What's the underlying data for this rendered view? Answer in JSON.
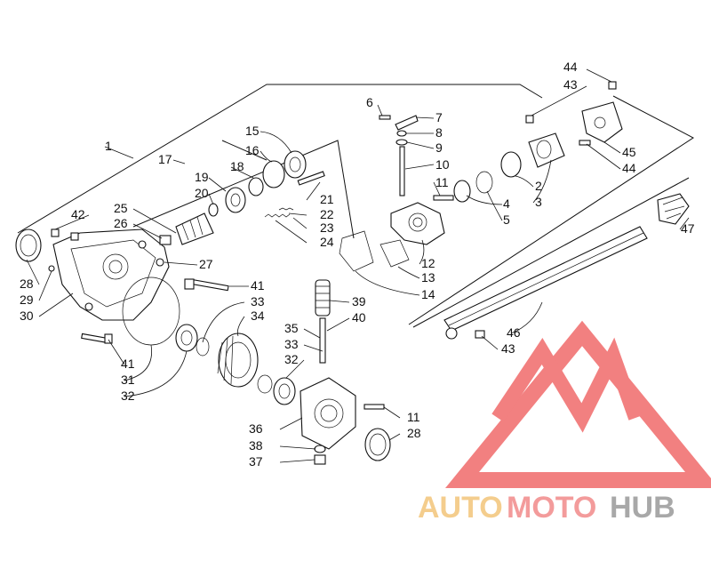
{
  "diagram": {
    "labels": [
      {
        "id": "l44a",
        "text": "44"
      },
      {
        "id": "l43a",
        "text": "43"
      },
      {
        "id": "l6",
        "text": "6"
      },
      {
        "id": "l7",
        "text": "7"
      },
      {
        "id": "l8",
        "text": "8"
      },
      {
        "id": "l9",
        "text": "9"
      },
      {
        "id": "l10",
        "text": "10"
      },
      {
        "id": "l11a",
        "text": "11"
      },
      {
        "id": "l4",
        "text": "4"
      },
      {
        "id": "l5",
        "text": "5"
      },
      {
        "id": "l2",
        "text": "2"
      },
      {
        "id": "l3",
        "text": "3"
      },
      {
        "id": "l45",
        "text": "45"
      },
      {
        "id": "l44b",
        "text": "44"
      },
      {
        "id": "l1",
        "text": "1"
      },
      {
        "id": "l15",
        "text": "15"
      },
      {
        "id": "l16",
        "text": "16"
      },
      {
        "id": "l17",
        "text": "17"
      },
      {
        "id": "l18",
        "text": "18"
      },
      {
        "id": "l19",
        "text": "19"
      },
      {
        "id": "l20",
        "text": "20"
      },
      {
        "id": "l21",
        "text": "21"
      },
      {
        "id": "l22",
        "text": "22"
      },
      {
        "id": "l23",
        "text": "23"
      },
      {
        "id": "l24",
        "text": "24"
      },
      {
        "id": "l25",
        "text": "25"
      },
      {
        "id": "l26",
        "text": "26"
      },
      {
        "id": "l42",
        "text": "42"
      },
      {
        "id": "l27",
        "text": "27"
      },
      {
        "id": "l12",
        "text": "12"
      },
      {
        "id": "l13",
        "text": "13"
      },
      {
        "id": "l14",
        "text": "14"
      },
      {
        "id": "l47",
        "text": "47"
      },
      {
        "id": "l28a",
        "text": "28"
      },
      {
        "id": "l29",
        "text": "29"
      },
      {
        "id": "l30",
        "text": "30"
      },
      {
        "id": "l41a",
        "text": "41"
      },
      {
        "id": "l33a",
        "text": "33"
      },
      {
        "id": "l34",
        "text": "34"
      },
      {
        "id": "l39",
        "text": "39"
      },
      {
        "id": "l40",
        "text": "40"
      },
      {
        "id": "l35",
        "text": "35"
      },
      {
        "id": "l33b",
        "text": "33"
      },
      {
        "id": "l32a",
        "text": "32"
      },
      {
        "id": "l46",
        "text": "46"
      },
      {
        "id": "l43b",
        "text": "43"
      },
      {
        "id": "l41b",
        "text": "41"
      },
      {
        "id": "l31",
        "text": "31"
      },
      {
        "id": "l32b",
        "text": "32"
      },
      {
        "id": "l11b",
        "text": "11"
      },
      {
        "id": "l36",
        "text": "36"
      },
      {
        "id": "l28b",
        "text": "28"
      },
      {
        "id": "l38",
        "text": "38"
      },
      {
        "id": "l37",
        "text": "37"
      }
    ]
  },
  "watermark": {
    "text_auto": "AUTO",
    "text_moto": "MOTO",
    "text_hub": "HUB",
    "colors": {
      "auto": "#f3c57a",
      "moto": "#f28a8a",
      "hub": "#9a9a9a",
      "triangle": "#f06a6a"
    }
  }
}
